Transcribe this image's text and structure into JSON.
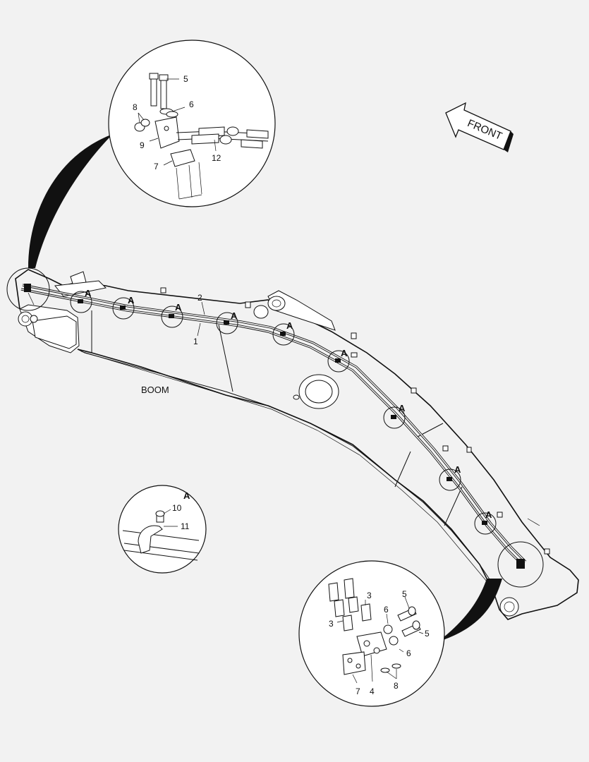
{
  "title_text": "BOOM",
  "front_label": "FRONT",
  "callout_letter": "A",
  "main_labels": {
    "hose_1": "1",
    "hose_2": "2"
  },
  "detail_top": {
    "labels": {
      "bolt": "5",
      "washer": "6",
      "nut": "8",
      "bracket": "9",
      "block": "7",
      "fitting": "12"
    }
  },
  "detail_clamp": {
    "heading": "A",
    "labels": {
      "bolt": "10",
      "clamp": "11"
    }
  },
  "detail_bottom": {
    "labels": {
      "adapter_left": "3",
      "adapter_right": "3",
      "bolt_upper": "5",
      "bolt_lower": "5",
      "washer_upper": "6",
      "washer_lower": "6",
      "block": "7",
      "plate": "4",
      "nut": "8"
    }
  }
}
